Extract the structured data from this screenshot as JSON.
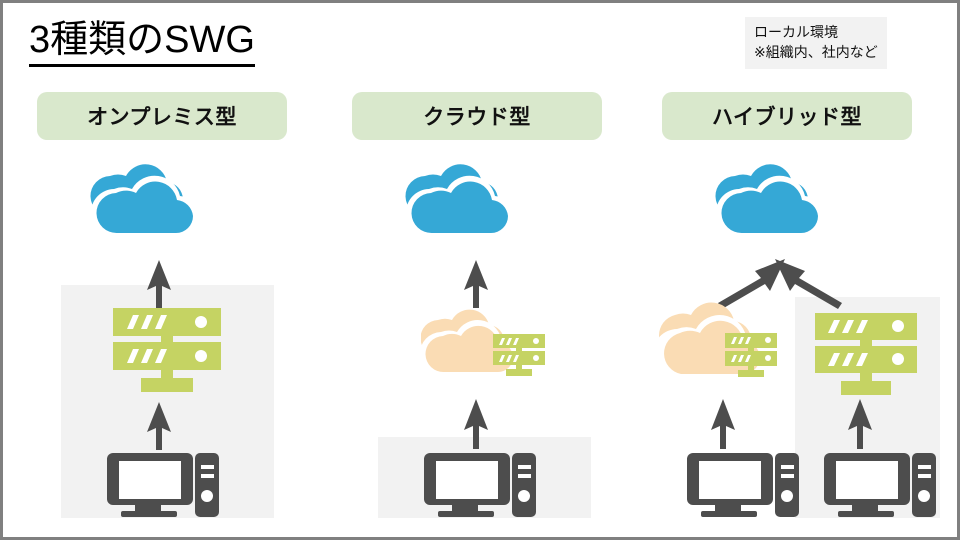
{
  "slide": {
    "title": "3種類のSWG",
    "background_color": "#ffffff",
    "border_color": "#808080"
  },
  "note": {
    "line1": "ローカル環境",
    "line2": "※組織内、社内など",
    "background_color": "#f2f2f2"
  },
  "palette": {
    "pill_green": "#d9e8cc",
    "cloud_blue": "#35a8d6",
    "cloud_peach": "#fadcb4",
    "server_green": "#c5d363",
    "device_gray": "#4d4d4d",
    "box_gray": "#f2f2f2",
    "arrow_gray": "#4d4d4d"
  },
  "columns": [
    {
      "id": "onprem",
      "label": "オンプレミス型",
      "icons": [
        "cloud-blue-icon",
        "arrow-up-icon",
        "server-stack-icon",
        "arrow-up-icon",
        "desktop-computer-icon"
      ],
      "local_box": true
    },
    {
      "id": "cloud",
      "label": "クラウド型",
      "icons": [
        "cloud-blue-icon",
        "arrow-up-icon",
        "cloud-server-icon",
        "arrow-up-icon",
        "desktop-computer-icon"
      ],
      "local_box": true
    },
    {
      "id": "hybrid",
      "label": "ハイブリッド型",
      "icons": [
        "cloud-blue-icon",
        "arrow-diagonal-icon",
        "arrow-diagonal-icon",
        "cloud-server-icon",
        "server-stack-icon",
        "arrow-up-icon",
        "arrow-up-icon",
        "desktop-computer-icon",
        "desktop-computer-icon"
      ],
      "local_box": true
    }
  ]
}
